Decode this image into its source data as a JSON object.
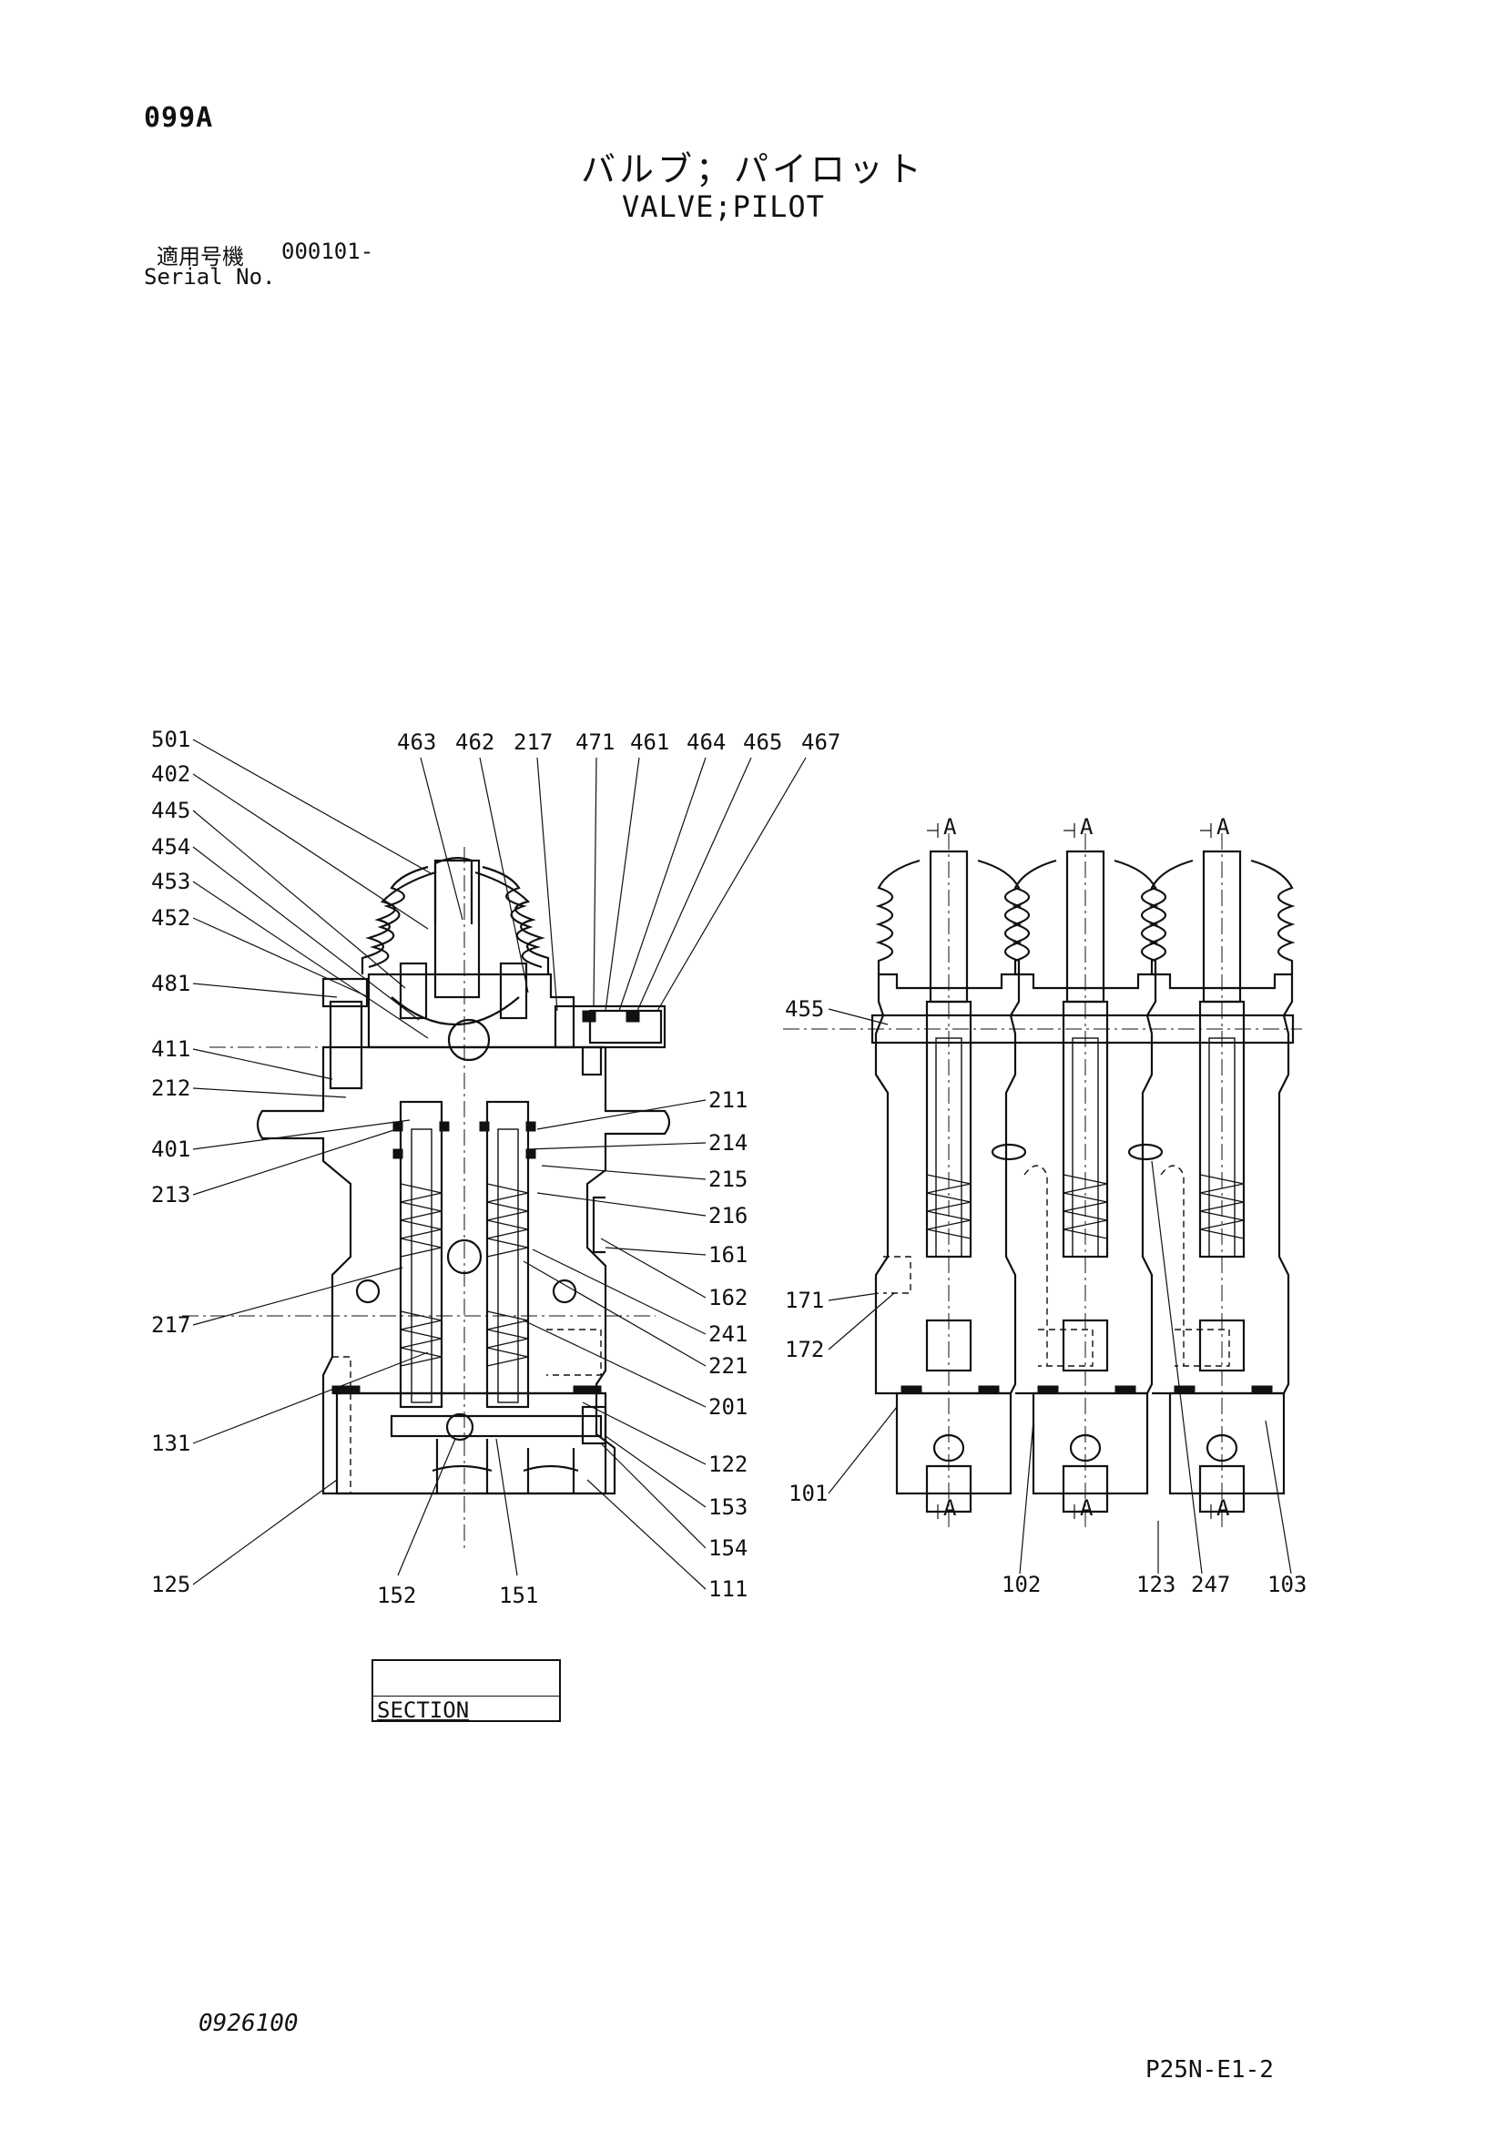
{
  "header": {
    "page_code": "099A",
    "title_jp": "バルブ；パイロット",
    "title_en": "VALVE;PILOT",
    "serial_label_jp": "適用号機",
    "serial_value": "000101-",
    "serial_label_en": "Serial No."
  },
  "footer": {
    "drawing_number": "0926100",
    "plate_code": "P25N-E1-2"
  },
  "section_box": {
    "label": "SECTION"
  },
  "section_marks": [
    "A",
    "A",
    "A",
    "A",
    "A",
    "A"
  ],
  "callouts": {
    "left_view": [
      "501",
      "402",
      "445",
      "454",
      "453",
      "452",
      "481",
      "411",
      "212",
      "401",
      "213",
      "217",
      "131",
      "125",
      "152",
      "151",
      "111",
      "154",
      "153",
      "122",
      "201",
      "221",
      "241",
      "162",
      "161",
      "216",
      "215",
      "214",
      "211",
      "463",
      "462",
      "217",
      "471",
      "461",
      "464",
      "465",
      "467"
    ],
    "right_view": [
      "455",
      "171",
      "172",
      "101",
      "102",
      "123",
      "247",
      "103"
    ]
  }
}
